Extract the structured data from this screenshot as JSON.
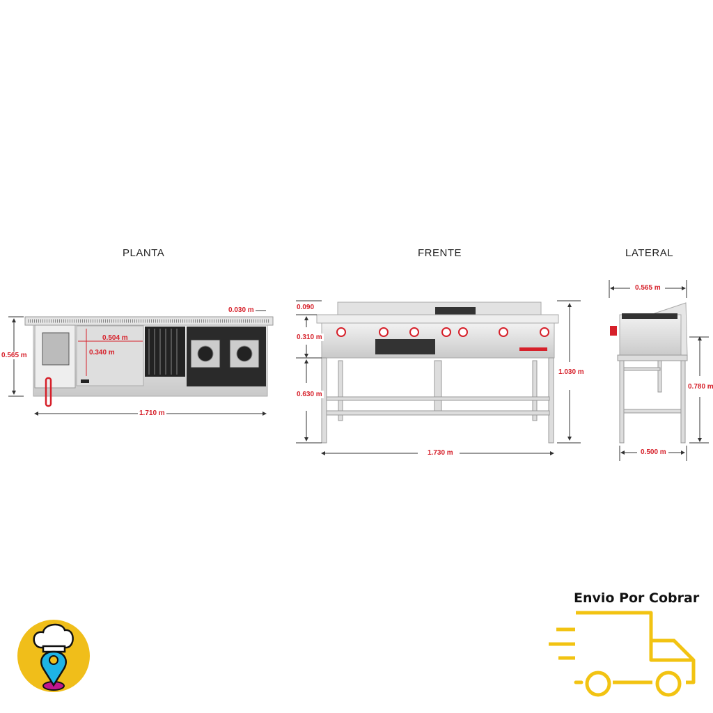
{
  "views": {
    "planta": {
      "title": "PLANTA",
      "dims": {
        "depth": "0.565 m",
        "width": "1.710 m",
        "backsplash": "0.030 m",
        "griddle_width": "0.504 m",
        "griddle_depth": "0.340 m"
      }
    },
    "frente": {
      "title": "FRENTE",
      "dims": {
        "backsplash_height": "0.090",
        "body_height": "0.310 m",
        "leg_height": "0.630 m",
        "total_height": "1.030 m",
        "width": "1.730 m"
      }
    },
    "lateral": {
      "title": "LATERAL",
      "dims": {
        "top_depth": "0.565 m",
        "height": "0.780 m",
        "base_depth": "0.500 m"
      }
    }
  },
  "shipping": {
    "label": "Envio Por Cobrar",
    "icon": "delivery-truck-icon"
  },
  "logo": {
    "icon": "chef-location-pin-logo"
  },
  "colors": {
    "dimension": "#d6202a",
    "truck": "#f2c312",
    "logo_bg": "#f0be1a",
    "pin": "#1eb4e6",
    "pin_base": "#c0168f"
  }
}
